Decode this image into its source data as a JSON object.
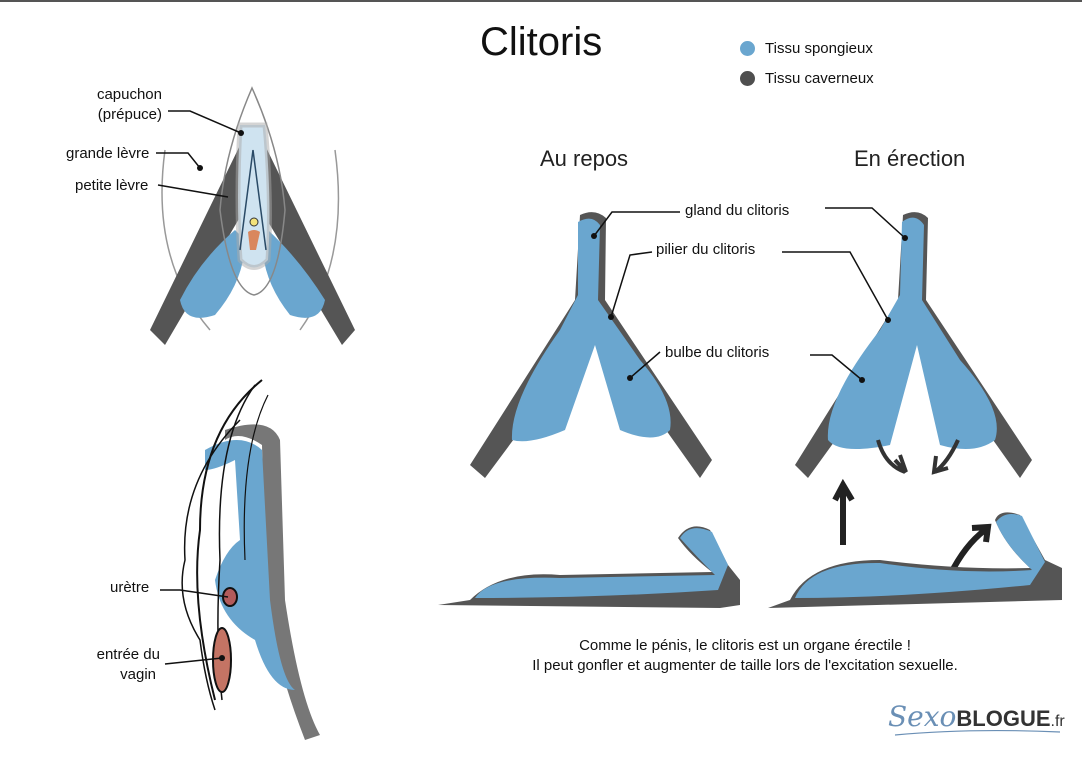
{
  "title": "Clitoris",
  "legend": [
    {
      "label": "Tissu spongieux",
      "color": "#6aa6cf"
    },
    {
      "label": "Tissu caverneux",
      "color": "#4f4f4f"
    }
  ],
  "states": {
    "rest": "Au repos",
    "erect": "En érection"
  },
  "labels": {
    "gland": "gland du clitoris",
    "pilier": "pilier du clitoris",
    "bulbe": "bulbe du clitoris",
    "capuchon_1": "capuchon",
    "capuchon_2": "(prépuce)",
    "grande": "grande lèvre",
    "petite": "petite lèvre",
    "uretre": "urètre",
    "vagin_1": "entrée du",
    "vagin_2": "vagin"
  },
  "caption": {
    "line1": "Comme le pénis, le clitoris est un organe érectile !",
    "line2": "Il peut gonfler et augmenter de taille lors de l'excitation sexuelle."
  },
  "logo": {
    "script": "Sexo",
    "bold": "BLOGUE",
    "tld": ".fr"
  }
}
